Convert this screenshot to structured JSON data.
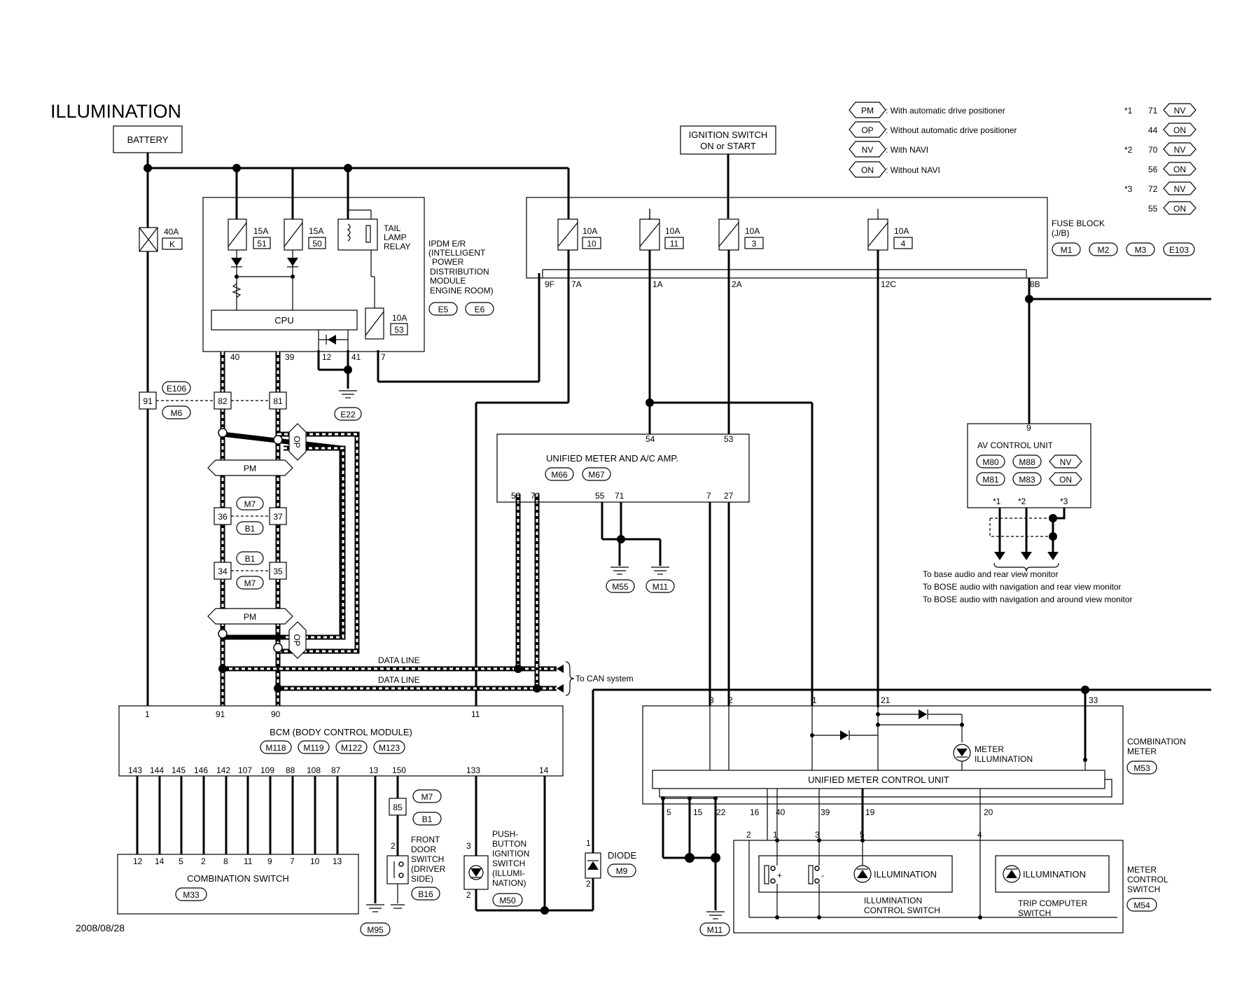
{
  "title": "ILLUMINATION",
  "date": "2008/08/28",
  "battery": "BATTERY",
  "ignition": {
    "line1": "IGNITION SWITCH",
    "line2": "ON or START"
  },
  "legend": {
    "pm": {
      "code": "PM",
      "text": ": With automatic drive positioner"
    },
    "op": {
      "code": "OP",
      "text": ": Without automatic drive positioner"
    },
    "nv": {
      "code": "NV",
      "text": ": With NAVI"
    },
    "on": {
      "code": "ON",
      "text": ": Without NAVI"
    }
  },
  "notes": [
    {
      "mark": "*1",
      "a_num": "71",
      "a_code": "NV",
      "b_num": "44",
      "b_code": "ON"
    },
    {
      "mark": "*2",
      "a_num": "70",
      "a_code": "NV",
      "b_num": "56",
      "b_code": "ON"
    },
    {
      "mark": "*3",
      "a_num": "72",
      "a_code": "NV",
      "b_num": "55",
      "b_code": "ON"
    }
  ],
  "fuse_k": {
    "amp": "40A",
    "id": "K"
  },
  "ipdm": {
    "fuses": [
      {
        "amp": "15A",
        "id": "51"
      },
      {
        "amp": "15A",
        "id": "50"
      },
      {
        "amp": "10A",
        "id": "53"
      }
    ],
    "relay": [
      "TAIL",
      "LAMP",
      "RELAY"
    ],
    "cpu": "CPU",
    "lines": [
      "IPDM E/R",
      "(INTELLIGENT",
      "POWER",
      "DISTRIBUTION",
      "MODULE",
      "ENGINE ROOM)"
    ],
    "connectors": [
      "E5",
      "E6"
    ],
    "pins": [
      "40",
      "39",
      "12",
      "41",
      "7"
    ],
    "ground": "E22"
  },
  "fuse_block": {
    "title": "FUSE BLOCK",
    "sub": "(J/B)",
    "connectors": [
      "M1",
      "M2",
      "M3",
      "E103"
    ],
    "fuses": [
      {
        "amp": "10A",
        "id": "10"
      },
      {
        "amp": "10A",
        "id": "11"
      },
      {
        "amp": "10A",
        "id": "3"
      },
      {
        "amp": "10A",
        "id": "4"
      }
    ],
    "pins": [
      "9F",
      "7A",
      "1A",
      "2A",
      "12C",
      "8B"
    ]
  },
  "joints": {
    "e106": "E106",
    "m6": "M6",
    "m7": "M7",
    "b1": "B1",
    "p91": "91",
    "p82": "82",
    "p81": "81",
    "p36": "36",
    "p37": "37",
    "p34": "34",
    "p35": "35",
    "pm": "PM",
    "op": "OP"
  },
  "data_line": {
    "label1": "DATA LINE",
    "label2": "DATA LINE",
    "to": "To CAN system"
  },
  "unified_amp": {
    "name": "UNIFIED METER AND A/C AMP.",
    "connectors": [
      "M66",
      "M67"
    ],
    "pins": [
      "54",
      "53",
      "56",
      "72",
      "55",
      "71",
      "7",
      "27"
    ],
    "grounds": [
      "M55",
      "M11"
    ]
  },
  "av": {
    "name": "AV CONTROL UNIT",
    "pin": "9",
    "codes": [
      "M80",
      "M88",
      "NV",
      "M81",
      "M83",
      "ON"
    ],
    "stars": [
      "*1",
      "*2",
      "*3"
    ],
    "to": [
      "To base audio and rear view monitor",
      "To BOSE audio with navigation and rear view monitor",
      "To BOSE audio with navigation and around view monitor"
    ]
  },
  "bcm": {
    "name": "BCM (BODY CONTROL MODULE)",
    "connectors": [
      "M118",
      "M119",
      "M122",
      "M123"
    ],
    "top_pins": [
      "1",
      "91",
      "90",
      "11"
    ],
    "bottom_pins": [
      "143",
      "144",
      "145",
      "146",
      "142",
      "107",
      "109",
      "88",
      "108",
      "87",
      "13",
      "150",
      "133",
      "14"
    ]
  },
  "combo_switch": {
    "name": "COMBINATION SWITCH",
    "connector": "M33",
    "pins": [
      "12",
      "14",
      "5",
      "2",
      "8",
      "11",
      "9",
      "7",
      "10",
      "13"
    ]
  },
  "front_door": {
    "lines": [
      "FRONT",
      "DOOR",
      "SWITCH",
      "(DRIVER",
      "SIDE)"
    ],
    "connector": "B16",
    "pin": "2",
    "joint": "85",
    "c1": "M7",
    "c2": "B1"
  },
  "push_button": {
    "lines": [
      "PUSH-",
      "BUTTON",
      "IGNITION",
      "SWITCH",
      "(ILLUMI-",
      "NATION)"
    ],
    "connector": "M50",
    "pin_top": "3",
    "pin_bottom": "2"
  },
  "diode": {
    "label": "DIODE",
    "connector": "M9",
    "pin_top": "1",
    "pin_bottom": "2"
  },
  "ground_m95": "M95",
  "combo_meter": {
    "lines": [
      "COMBINATION",
      "METER"
    ],
    "connector": "M53",
    "top_pins": [
      "3",
      "2",
      "1",
      "21",
      "33"
    ],
    "control_unit": "UNIFIED METER CONTROL UNIT",
    "illum": [
      "METER",
      "ILLUMINATION"
    ],
    "bottom_pins": [
      "5",
      "15",
      "22",
      "16",
      "40",
      "39",
      "19",
      "20"
    ]
  },
  "meter_switch": {
    "lines": [
      "METER",
      "CONTROL",
      "SWITCH"
    ],
    "connector": "M54",
    "pins": [
      "2",
      "1",
      "3",
      "5",
      "4"
    ],
    "illum1": "ILLUMINATION",
    "illum2": "ILLUMINATION",
    "ctl": [
      "ILLUMINATION",
      "CONTROL SWITCH"
    ],
    "trip": [
      "TRIP COMPUTER",
      "SWITCH"
    ],
    "plus": "+",
    "minus": "-"
  },
  "ground_m11": "M11"
}
